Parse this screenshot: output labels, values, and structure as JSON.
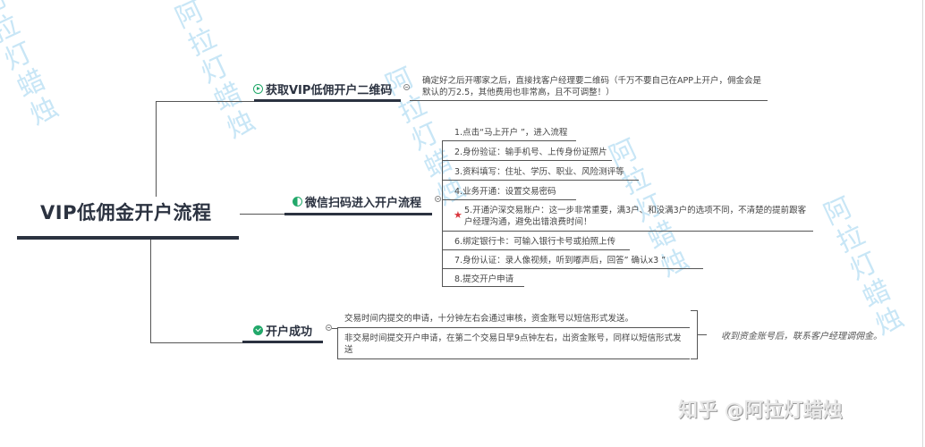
{
  "watermarks": [
    "阿拉灯蜡烛",
    "阿拉灯蜡烛",
    "阿拉灯蜡烛",
    "阿拉灯蜡烛",
    "阿拉灯蜡烛",
    "阿拉灯蜡烛"
  ],
  "root": {
    "title": "VIP低佣金开户流程"
  },
  "branches": [
    {
      "title": "获取VIP低佣开户二维码",
      "icon": "play-circle-icon",
      "children": [
        {
          "text": "确定好之后开哪家之后，直接找客户经理要二维码（千万不要自己在APP上开户，佣金会是默认的万2.5，其他费用也非常高，且不可调整！）"
        }
      ]
    },
    {
      "title": "微信扫码进入开户流程",
      "icon": "half-circle-icon",
      "children": [
        {
          "text": "1.点击“马上开户 ”，进入流程"
        },
        {
          "text": "2.身份验证：输手机号、上传身份证照片"
        },
        {
          "text": "3.资料填写：住址、学历、职业、风险测评等"
        },
        {
          "text": "4.业务开通：设置交易密码"
        },
        {
          "text": "5.开通沪深交易账户：这一步非常重要，满3户、和没满3户的选项不同，不清楚的提前跟客户经理沟通，避免出错浪费时间！",
          "marker": "star-icon"
        },
        {
          "text": "6.绑定银行卡：可输入银行卡号或拍照上传"
        },
        {
          "text": "7.身份认证：录人像视频，听到嘟声后，回答” 确认x3 ”"
        },
        {
          "text": "8.提交开户申请"
        }
      ]
    },
    {
      "title": "开户成功",
      "icon": "check-circle-icon",
      "children": [
        {
          "text": "交易时间内提交的申请，十分钟左右会通过审核，资金账号以短信形式发送。"
        },
        {
          "text": "非交易时间提交开户申请，在第二个交易日早9点钟左右，出资金账号，同样以短信形式发送"
        }
      ],
      "summary": "收到资金账号后，联系客户经理调佣金。"
    }
  ],
  "footer": {
    "watermark": "知乎 @阿拉灯蜡烛"
  },
  "colors": {
    "accent_green": "#22a86a",
    "node_dark": "#2b3240",
    "star_red": "#d9363e",
    "watermark_blue": "#bfe2f5"
  }
}
